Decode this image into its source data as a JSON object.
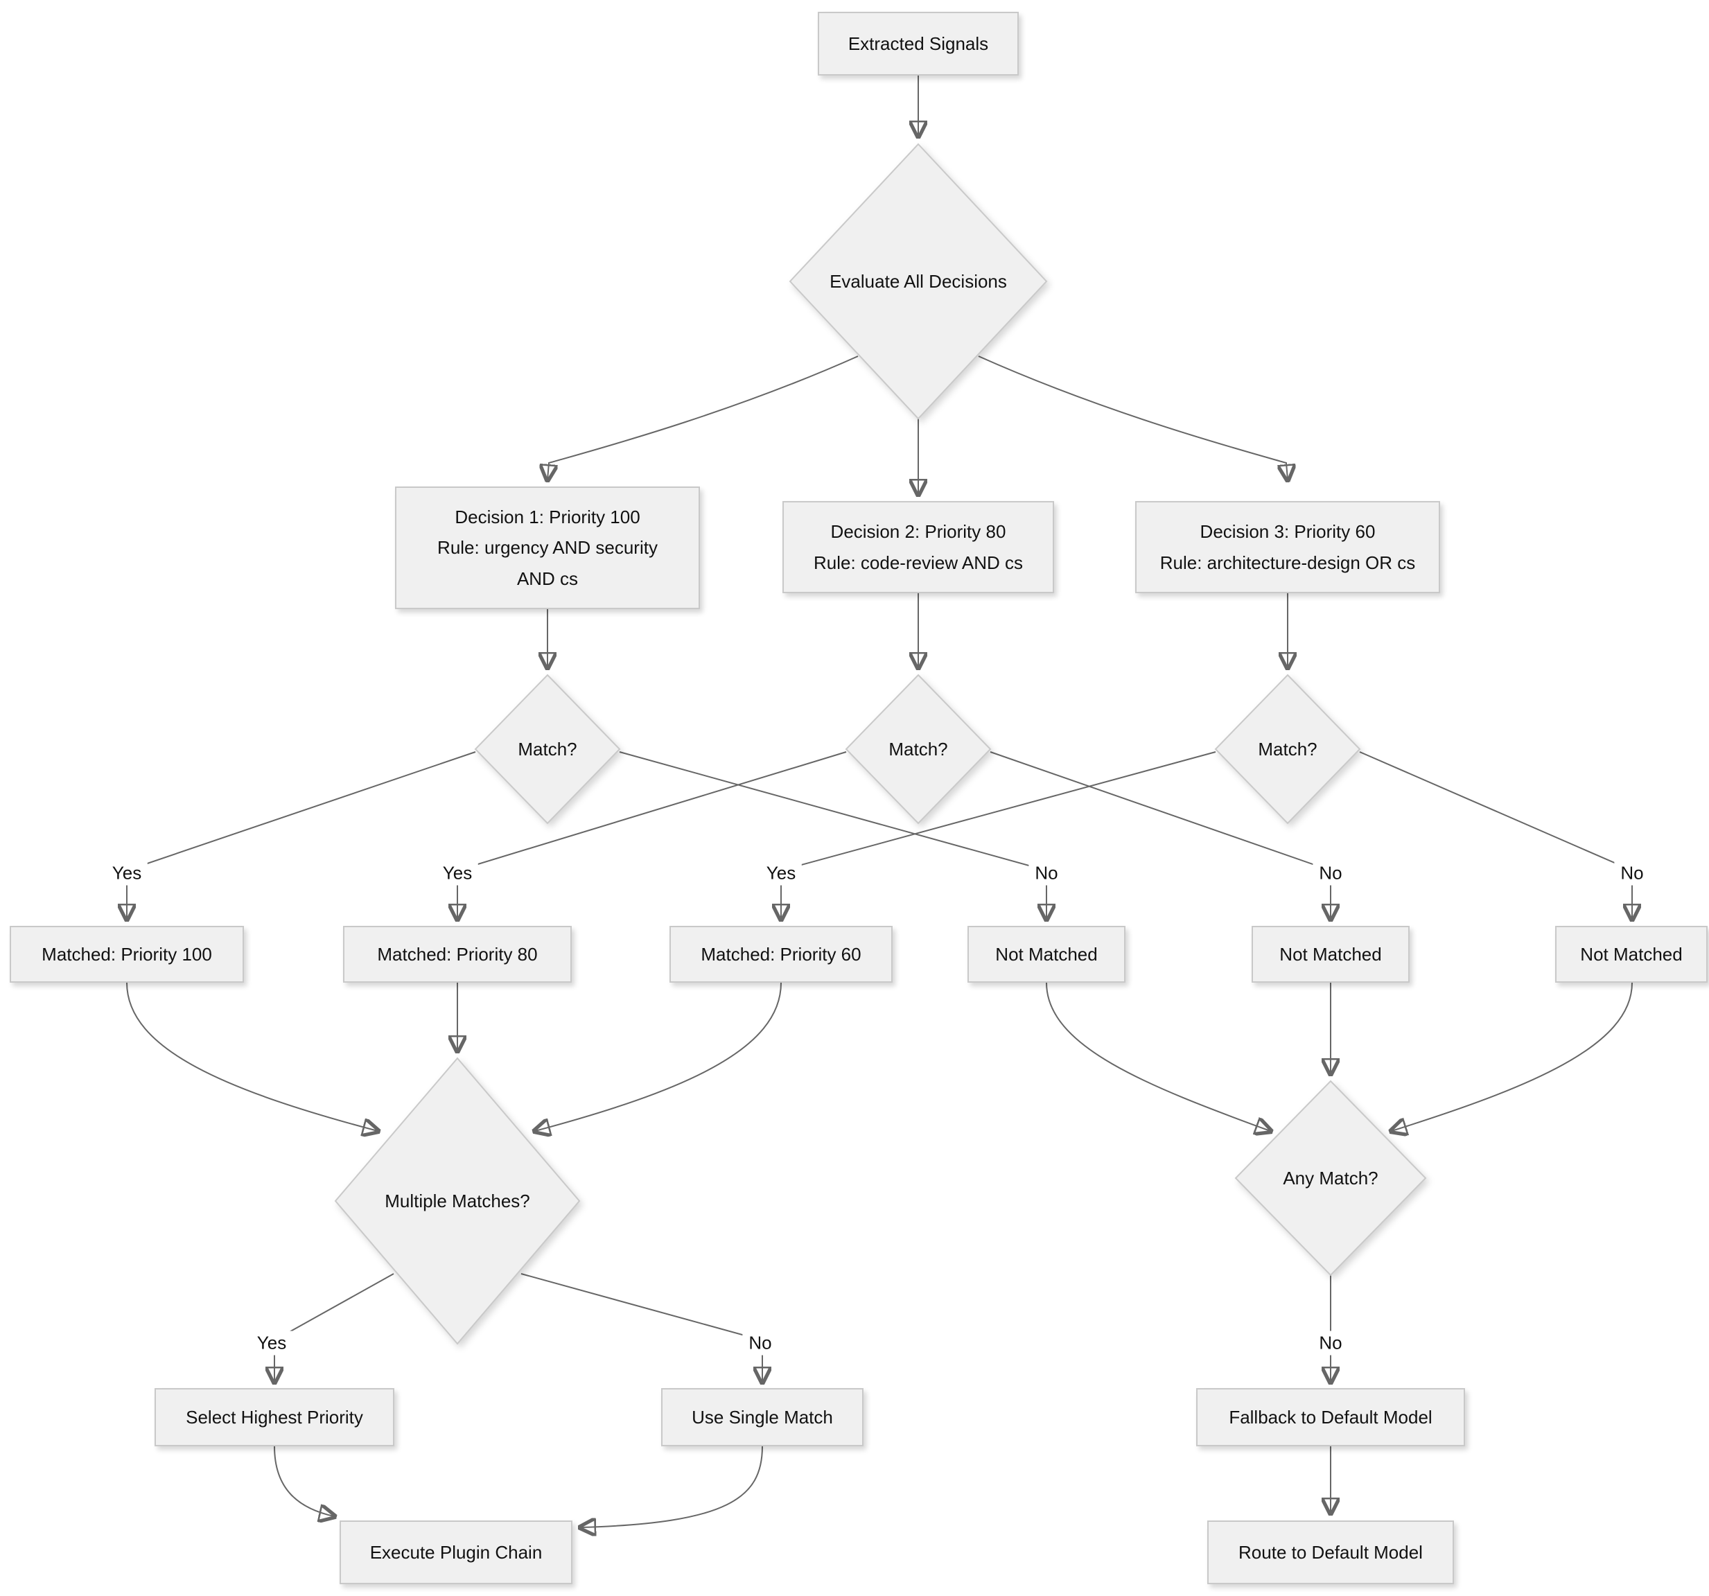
{
  "diagram": {
    "type": "flowchart",
    "direction": "top-down",
    "style": {
      "background": "#ffffff",
      "node_fill": "#f0f0f0",
      "node_border": "#c9c9c9",
      "edge_color": "#666666",
      "text_color": "#111111",
      "edge_label_background": "#ffffff"
    },
    "nodes": {
      "extracted_signals": {
        "label": "Extracted Signals",
        "shape": "rect"
      },
      "evaluate_all_decisions": {
        "label": "Evaluate All Decisions",
        "shape": "diamond"
      },
      "decision_1": {
        "label": "Decision 1: Priority 100\nRule: urgency AND security\nAND cs",
        "shape": "rect"
      },
      "decision_2": {
        "label": "Decision 2: Priority 80\nRule: code-review AND cs",
        "shape": "rect"
      },
      "decision_3": {
        "label": "Decision 3: Priority 60\nRule: architecture-design OR cs",
        "shape": "rect"
      },
      "match_1": {
        "label": "Match?",
        "shape": "diamond"
      },
      "match_2": {
        "label": "Match?",
        "shape": "diamond"
      },
      "match_3": {
        "label": "Match?",
        "shape": "diamond"
      },
      "matched_priority_100": {
        "label": "Matched: Priority 100",
        "shape": "rect"
      },
      "matched_priority_80": {
        "label": "Matched: Priority 80",
        "shape": "rect"
      },
      "matched_priority_60": {
        "label": "Matched: Priority 60",
        "shape": "rect"
      },
      "not_matched_1": {
        "label": "Not Matched",
        "shape": "rect"
      },
      "not_matched_2": {
        "label": "Not Matched",
        "shape": "rect"
      },
      "not_matched_3": {
        "label": "Not Matched",
        "shape": "rect"
      },
      "multiple_matches": {
        "label": "Multiple Matches?",
        "shape": "diamond"
      },
      "any_match": {
        "label": "Any Match?",
        "shape": "diamond"
      },
      "select_highest_priority": {
        "label": "Select Highest Priority",
        "shape": "rect"
      },
      "use_single_match": {
        "label": "Use Single Match",
        "shape": "rect"
      },
      "fallback_to_default_model": {
        "label": "Fallback to Default Model",
        "shape": "rect"
      },
      "execute_plugin_chain": {
        "label": "Execute Plugin Chain",
        "shape": "rect"
      },
      "route_to_default_model": {
        "label": "Route to Default Model",
        "shape": "rect"
      }
    },
    "edges": [
      {
        "from": "extracted_signals",
        "to": "evaluate_all_decisions",
        "label": ""
      },
      {
        "from": "evaluate_all_decisions",
        "to": "decision_1",
        "label": ""
      },
      {
        "from": "evaluate_all_decisions",
        "to": "decision_2",
        "label": ""
      },
      {
        "from": "evaluate_all_decisions",
        "to": "decision_3",
        "label": ""
      },
      {
        "from": "decision_1",
        "to": "match_1",
        "label": ""
      },
      {
        "from": "decision_2",
        "to": "match_2",
        "label": ""
      },
      {
        "from": "decision_3",
        "to": "match_3",
        "label": ""
      },
      {
        "from": "match_1",
        "to": "matched_priority_100",
        "label": "Yes"
      },
      {
        "from": "match_1",
        "to": "not_matched_1",
        "label": "No"
      },
      {
        "from": "match_2",
        "to": "matched_priority_80",
        "label": "Yes"
      },
      {
        "from": "match_2",
        "to": "not_matched_2",
        "label": "No"
      },
      {
        "from": "match_3",
        "to": "matched_priority_60",
        "label": "Yes"
      },
      {
        "from": "match_3",
        "to": "not_matched_3",
        "label": "No"
      },
      {
        "from": "matched_priority_100",
        "to": "multiple_matches",
        "label": ""
      },
      {
        "from": "matched_priority_80",
        "to": "multiple_matches",
        "label": ""
      },
      {
        "from": "matched_priority_60",
        "to": "multiple_matches",
        "label": ""
      },
      {
        "from": "not_matched_1",
        "to": "any_match",
        "label": ""
      },
      {
        "from": "not_matched_2",
        "to": "any_match",
        "label": ""
      },
      {
        "from": "not_matched_3",
        "to": "any_match",
        "label": ""
      },
      {
        "from": "multiple_matches",
        "to": "select_highest_priority",
        "label": "Yes"
      },
      {
        "from": "multiple_matches",
        "to": "use_single_match",
        "label": "No"
      },
      {
        "from": "any_match",
        "to": "fallback_to_default_model",
        "label": "No"
      },
      {
        "from": "select_highest_priority",
        "to": "execute_plugin_chain",
        "label": ""
      },
      {
        "from": "use_single_match",
        "to": "execute_plugin_chain",
        "label": ""
      },
      {
        "from": "fallback_to_default_model",
        "to": "route_to_default_model",
        "label": ""
      }
    ]
  }
}
